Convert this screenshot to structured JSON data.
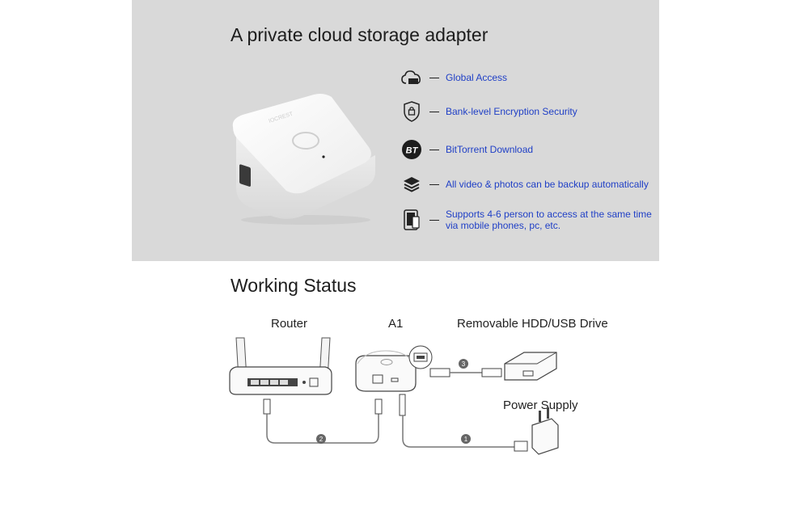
{
  "hero": {
    "title": "A private cloud storage adapter",
    "device_alt": "white square storage adapter"
  },
  "features": [
    {
      "icon": "cloud-icon",
      "label": "Global Access"
    },
    {
      "icon": "shield-lock-icon",
      "label": "Bank-level Encryption Security"
    },
    {
      "icon": "bittorrent-icon",
      "label": "BitTorrent Download",
      "icon_text": "BT"
    },
    {
      "icon": "layers-icon",
      "label": "All video & photos can be backup automatically"
    },
    {
      "icon": "devices-icon",
      "label": "Supports 4-6 person to access at the same time",
      "label2": "via mobile phones, pc, etc."
    }
  ],
  "working": {
    "title": "Working Status",
    "router_label": "Router",
    "device_label": "A1",
    "drive_label": "Removable HDD/USB Drive",
    "power_label": "Power Supply",
    "steps": [
      "1",
      "2",
      "3"
    ]
  },
  "colors": {
    "panel": "#d9d9d9",
    "accent_text": "#1f3fc6",
    "title_text": "#1d1d1d"
  }
}
